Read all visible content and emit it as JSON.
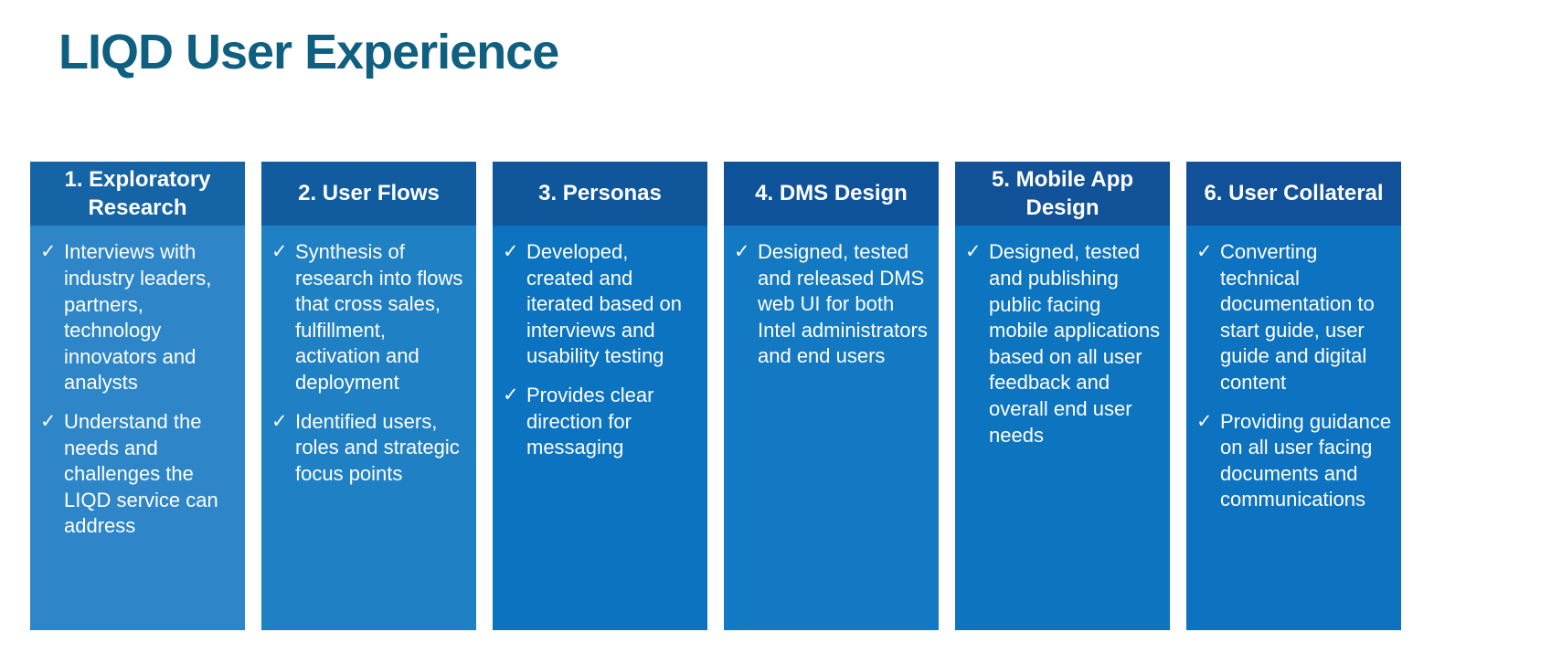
{
  "slide": {
    "title": "LIQD User Experience",
    "title_color": "#0f5f80",
    "background_color": "#ffffff",
    "text_color": "#ffffff"
  },
  "icons": {
    "check": "✓"
  },
  "columns": [
    {
      "title": "1. Exploratory Research",
      "header_color": "#1464a6",
      "body_color": "#2e86c8",
      "bullets": [
        "Interviews with industry leaders, partners, technology innovators and analysts",
        "Understand the needs and challenges the LIQD service can address"
      ]
    },
    {
      "title": "2. User Flows",
      "header_color": "#115c9e",
      "body_color": "#2080c4",
      "bullets": [
        "Synthesis of research into flows that cross sales, fulfillment, activation and deployment",
        "Identified users, roles and strategic focus points"
      ]
    },
    {
      "title": "3. Personas",
      "header_color": "#0f569b",
      "body_color": "#0b73c0",
      "bullets": [
        "Developed, created and iterated based on interviews and usability testing",
        "Provides clear direction for messaging"
      ]
    },
    {
      "title": "4. DMS Design",
      "header_color": "#0e539a",
      "body_color": "#1379c2",
      "bullets": [
        "Designed, tested and released DMS web UI for both Intel administrators and end users"
      ]
    },
    {
      "title": "5. Mobile App Design",
      "header_color": "#115299",
      "body_color": "#0d74c0",
      "bullets": [
        "Designed, tested and publishing public facing mobile applications based on all user feedback and overall end user needs"
      ]
    },
    {
      "title": "6. User Collateral",
      "header_color": "#115199",
      "body_color": "#0d72bf",
      "bullets": [
        "Converting technical documentation to start guide, user guide and digital content",
        "Providing guidance on all user facing documents and communications"
      ]
    }
  ]
}
